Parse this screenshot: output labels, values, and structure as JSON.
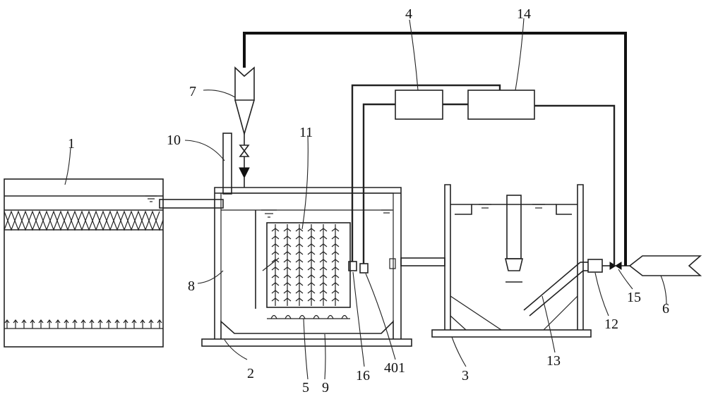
{
  "labels": {
    "l1": "1",
    "l2": "2",
    "l3": "3",
    "l4": "4",
    "l5": "5",
    "l6": "6",
    "l7": "7",
    "l8": "8",
    "l9": "9",
    "l10": "10",
    "l11": "11",
    "l12": "12",
    "l13": "13",
    "l14": "14",
    "l15": "15",
    "l16": "16",
    "l401": "401"
  },
  "colors": {
    "line": "#222222",
    "background": "#ffffff"
  }
}
